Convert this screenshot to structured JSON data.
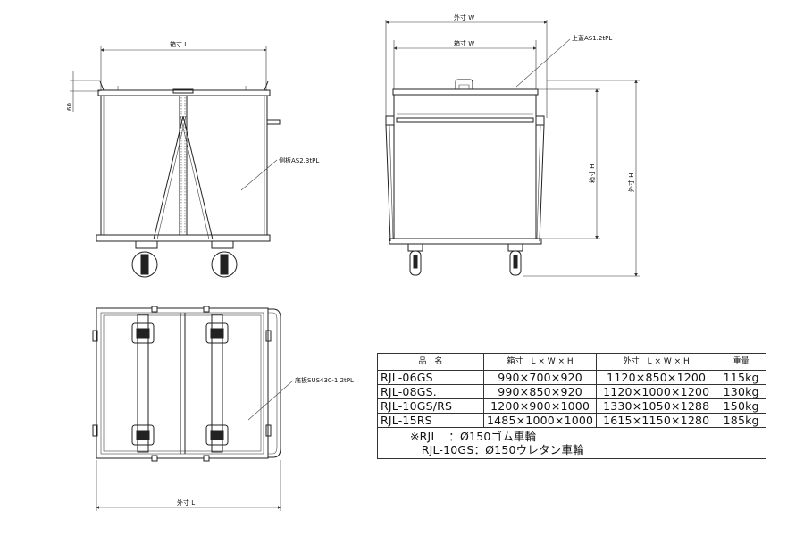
{
  "labels": {
    "side_inner_length": "箱寸 L",
    "height_60": "60",
    "side_plate": "側板AS2.3tPL",
    "outer_width": "外寸 W",
    "inner_width": "箱寸 W",
    "lid": "上蓋AS1.2tPL",
    "inner_height": "箱寸 H",
    "outer_height": "外寸 H",
    "bottom_plate": "底板SUS430-1.2tPL",
    "outer_length": "外寸 L"
  },
  "table": {
    "headers": [
      "品　名",
      "箱寸　L × W × H",
      "外寸　L × W × H",
      "重量"
    ],
    "rows": [
      {
        "name": "RJL-06GS",
        "box": "990×700×920",
        "outer": "1120×850×1200",
        "weight": "115kg"
      },
      {
        "name": "RJL-08GS.",
        "box": "990×850×920",
        "outer": "1120×1000×1200",
        "weight": "130kg"
      },
      {
        "name": "RJL-10GS/RS",
        "box": "1200×900×1000",
        "outer": "1330×1050×1288",
        "weight": "150kg"
      },
      {
        "name": "RJL-15RS",
        "box": "1485×1000×1000",
        "outer": "1615×1150×1280",
        "weight": "185kg"
      }
    ],
    "notes": [
      "※RJL　：Ø150ゴム車輪",
      "　RJL-10GS：Ø150ウレタン車輪"
    ]
  }
}
